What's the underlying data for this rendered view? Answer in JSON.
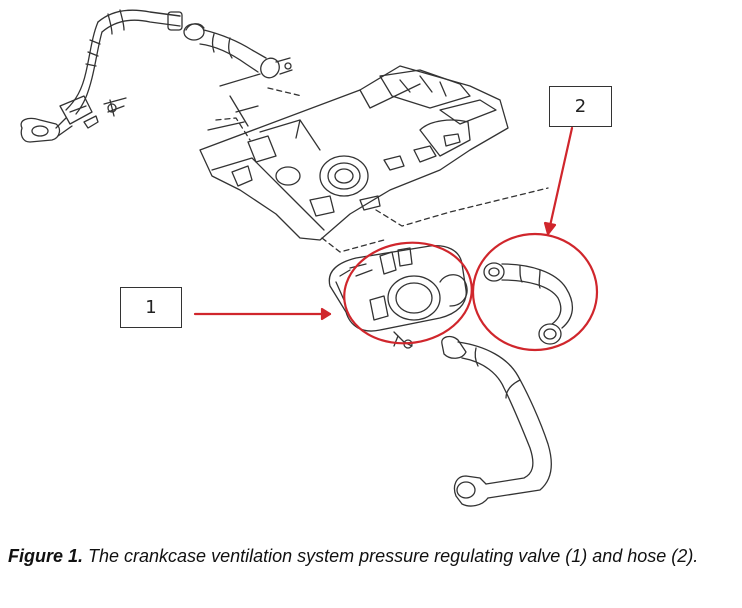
{
  "callouts": [
    {
      "label": "1"
    },
    {
      "label": "2"
    }
  ],
  "caption": {
    "prefix": "Figure 1.",
    "text": " The crankcase ventilation system pressure regulating valve (1) and hose (2)."
  },
  "colors": {
    "callout_red": "#d0262c",
    "line_art": "#333333"
  }
}
